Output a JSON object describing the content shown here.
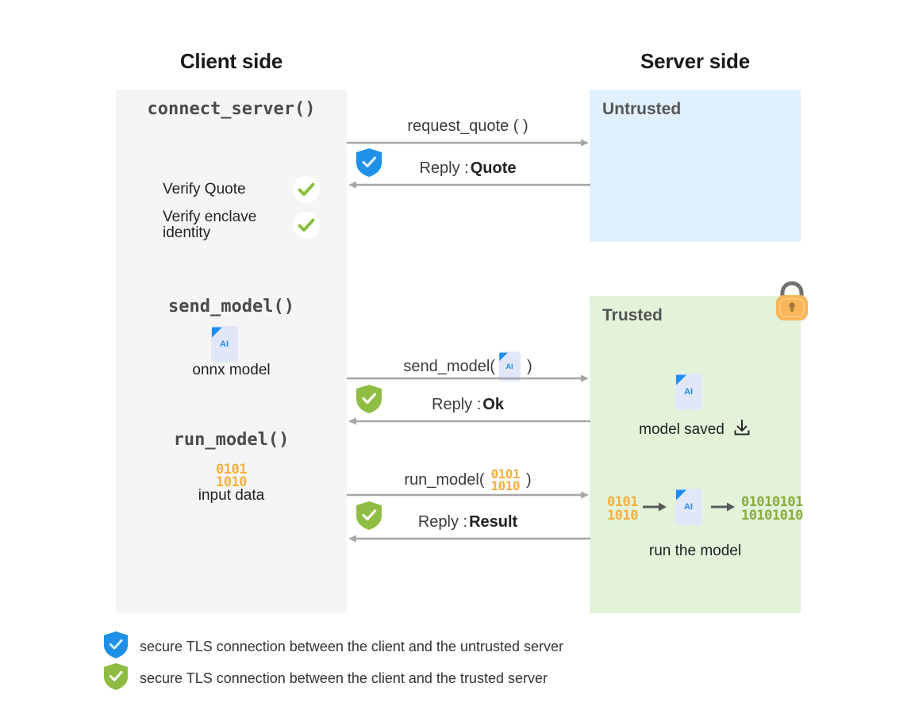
{
  "headings": {
    "client": "Client side",
    "server": "Server side"
  },
  "panels": {
    "untrusted_label": "Untrusted",
    "trusted_label": "Trusted"
  },
  "client": {
    "steps": [
      {
        "fn": "connect_server()"
      },
      {
        "fn": "send_model()"
      },
      {
        "fn": "run_model()"
      }
    ],
    "verify": [
      {
        "label": "Verify Quote",
        "status": "check"
      },
      {
        "label": "Verify enclave identity",
        "status": "check"
      }
    ],
    "model_caption": "onnx model",
    "model_badge": "AI",
    "input_caption": "input data",
    "input_binary_line1": "0101",
    "input_binary_line2": "1010"
  },
  "messages": [
    {
      "request_label": "request_quote ( )",
      "reply_prefix": "Reply : ",
      "reply_value": "Quote",
      "shield": "blue",
      "arg": "none"
    },
    {
      "request_label_before": "send_model(",
      "request_label_after": ")",
      "reply_prefix": "Reply : ",
      "reply_value": "Ok",
      "shield": "green",
      "arg": "ai-file"
    },
    {
      "request_label_before": "run_model(",
      "request_label_after": ")",
      "reply_prefix": "Reply : ",
      "reply_value": "Result",
      "shield": "green",
      "arg": "binary"
    }
  ],
  "server": {
    "model_saved_caption": "model saved",
    "model_badge": "AI",
    "run_caption": "run the model",
    "run_input_line1": "0101",
    "run_input_line2": "1010",
    "run_output_line1": "01010101",
    "run_output_line2": "10101010"
  },
  "legend": [
    {
      "shield": "blue",
      "text": "secure TLS connection between the client and the untrusted server"
    },
    {
      "shield": "green",
      "text": "secure TLS connection between the client and the trusted server"
    }
  ],
  "colors": {
    "client_panel_bg": "#f5f5f5",
    "untrusted_bg": "#e1f0fd",
    "trusted_bg": "#e2f3da",
    "shield_blue": "#1e90e8",
    "shield_green": "#8fbc42",
    "check_green": "#8bbf3e",
    "binary_in": "#f5b041",
    "binary_out": "#8aac3c",
    "lock_body": "#f9b65a",
    "arrow_gray": "#a6a6a6",
    "ai_blue": "#1f8df5"
  }
}
